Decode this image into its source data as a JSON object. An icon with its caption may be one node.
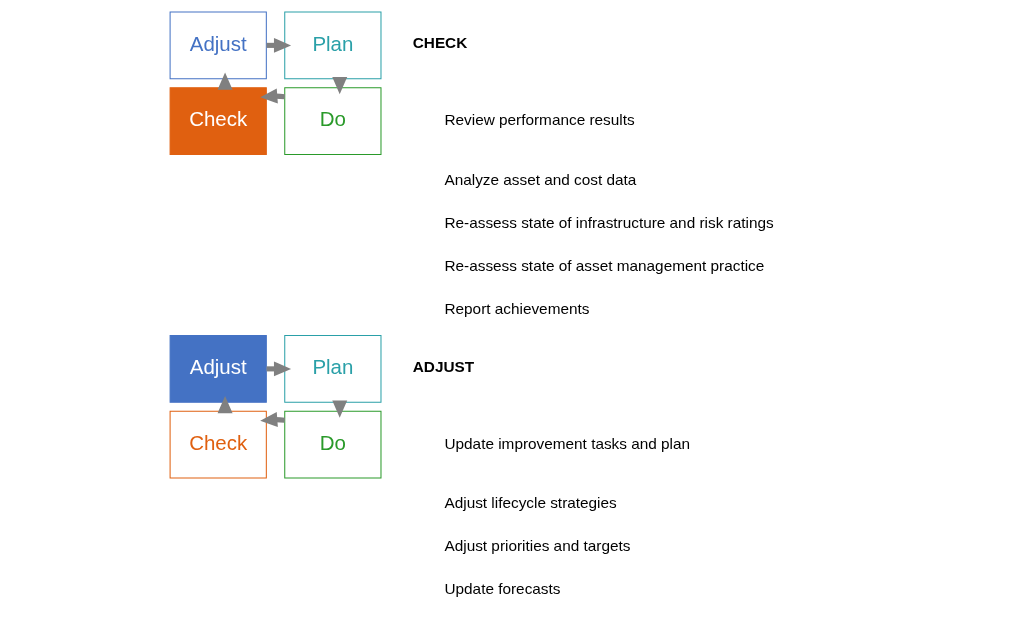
{
  "diagram": {
    "nodes": [
      {
        "text": [
          "Adjust"
        ]
      },
      {
        "text": [
          "Plan"
        ]
      },
      {
        "text": [
          "Check"
        ]
      },
      {
        "text": [
          "Do"
        ]
      },
      {
        "text": [
          "Adjust"
        ]
      },
      {
        "text": [
          "Plan"
        ]
      },
      {
        "text": [
          "Check"
        ]
      },
      {
        "text": [
          "Do"
        ]
      }
    ],
    "edges": [
      {
        "from": 0,
        "to": 1,
        "arrow": "to"
      },
      {
        "from": 1,
        "to": 3,
        "arrow": "to"
      },
      {
        "from": 3,
        "to": 2,
        "arrow": "to"
      },
      {
        "from": 2,
        "to": 0,
        "arrow": "to"
      },
      {
        "from": 4,
        "to": 5,
        "arrow": "to"
      },
      {
        "from": 5,
        "to": 7,
        "arrow": "to"
      },
      {
        "from": 7,
        "to": 6,
        "arrow": "to"
      },
      {
        "from": 6,
        "to": 4,
        "arrow": "to"
      }
    ],
    "labels": [
      "CHECK",
      "Review performance results",
      "Analyze asset and cost data",
      "Re-assess state of infrastructure and risk ratings",
      "Re-assess state of asset management practice",
      "Report achievements",
      "ADJUST",
      "Update improvement tasks and plan",
      "Adjust lifecycle strategies",
      "Adjust priorities and targets",
      "Update forecasts"
    ]
  }
}
